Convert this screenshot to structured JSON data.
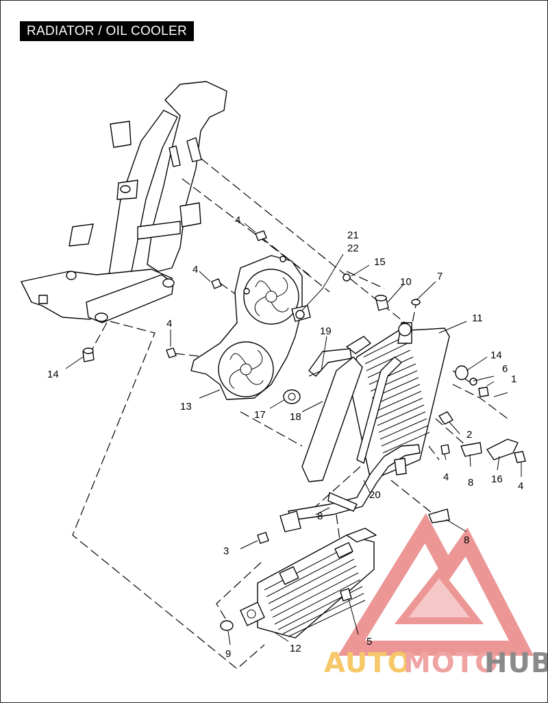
{
  "title": "RADIATOR / OIL COOLER",
  "callouts": {
    "c1": "1",
    "c2": "2",
    "c3": "3",
    "c4a": "4",
    "c4b": "4",
    "c4c": "4",
    "c4d": "4",
    "c4e": "4",
    "c5": "5",
    "c6": "6",
    "c7": "7",
    "c8a": "8",
    "c8b": "8",
    "c8c": "8",
    "c9": "9",
    "c10": "10",
    "c11": "11",
    "c12": "12",
    "c13": "13",
    "c14a": "14",
    "c14b": "14",
    "c15": "15",
    "c16": "16",
    "c17": "17",
    "c18": "18",
    "c19": "19",
    "c20": "20",
    "c21": "21",
    "c22": "22"
  },
  "watermark": {
    "text_a": "AUTO",
    "text_b": "MOTO",
    "text_c": "HUB",
    "colors": {
      "auto": "#f6c86a",
      "moto": "#f0a3a3",
      "hub": "#8a8a8a",
      "logo": "#e46a6a"
    }
  }
}
